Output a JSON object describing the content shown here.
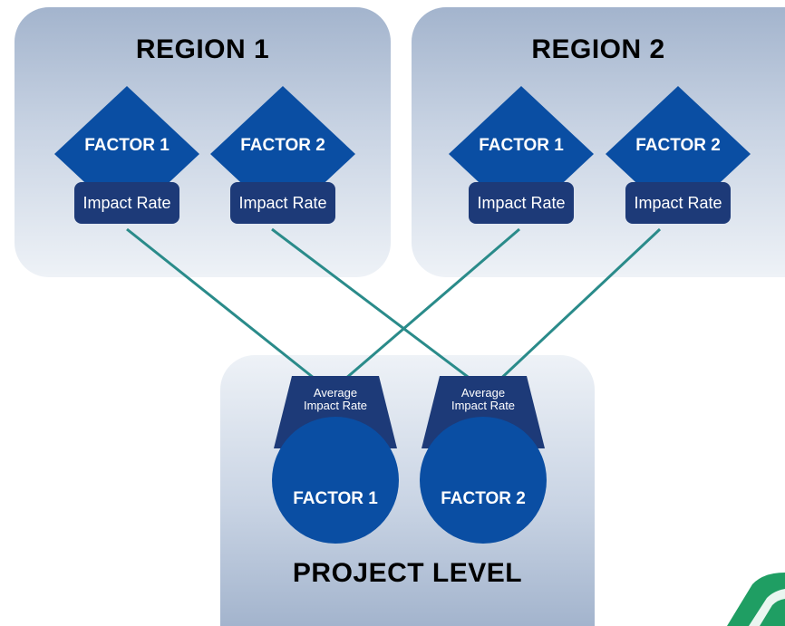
{
  "regions": [
    {
      "title": "REGION 1",
      "factors": [
        {
          "label": "FACTOR 1",
          "rate_label": "Impact Rate"
        },
        {
          "label": "FACTOR 2",
          "rate_label": "Impact Rate"
        }
      ]
    },
    {
      "title": "REGION 2",
      "factors": [
        {
          "label": "FACTOR 1",
          "rate_label": "Impact Rate"
        },
        {
          "label": "FACTOR 2",
          "rate_label": "Impact Rate"
        }
      ]
    }
  ],
  "project": {
    "title": "PROJECT LEVEL",
    "factors": [
      {
        "label": "FACTOR 1",
        "rate_line1": "Average",
        "rate_line2": "Impact Rate"
      },
      {
        "label": "FACTOR 2",
        "rate_line1": "Average",
        "rate_line2": "Impact Rate"
      }
    ]
  },
  "colors": {
    "diamond": "#0a4ea3",
    "impact_box": "#1d3a78",
    "connector": "#2a8b8a",
    "logo": "#1f9e63"
  },
  "icons": [
    "green-leaf-logo-icon"
  ]
}
